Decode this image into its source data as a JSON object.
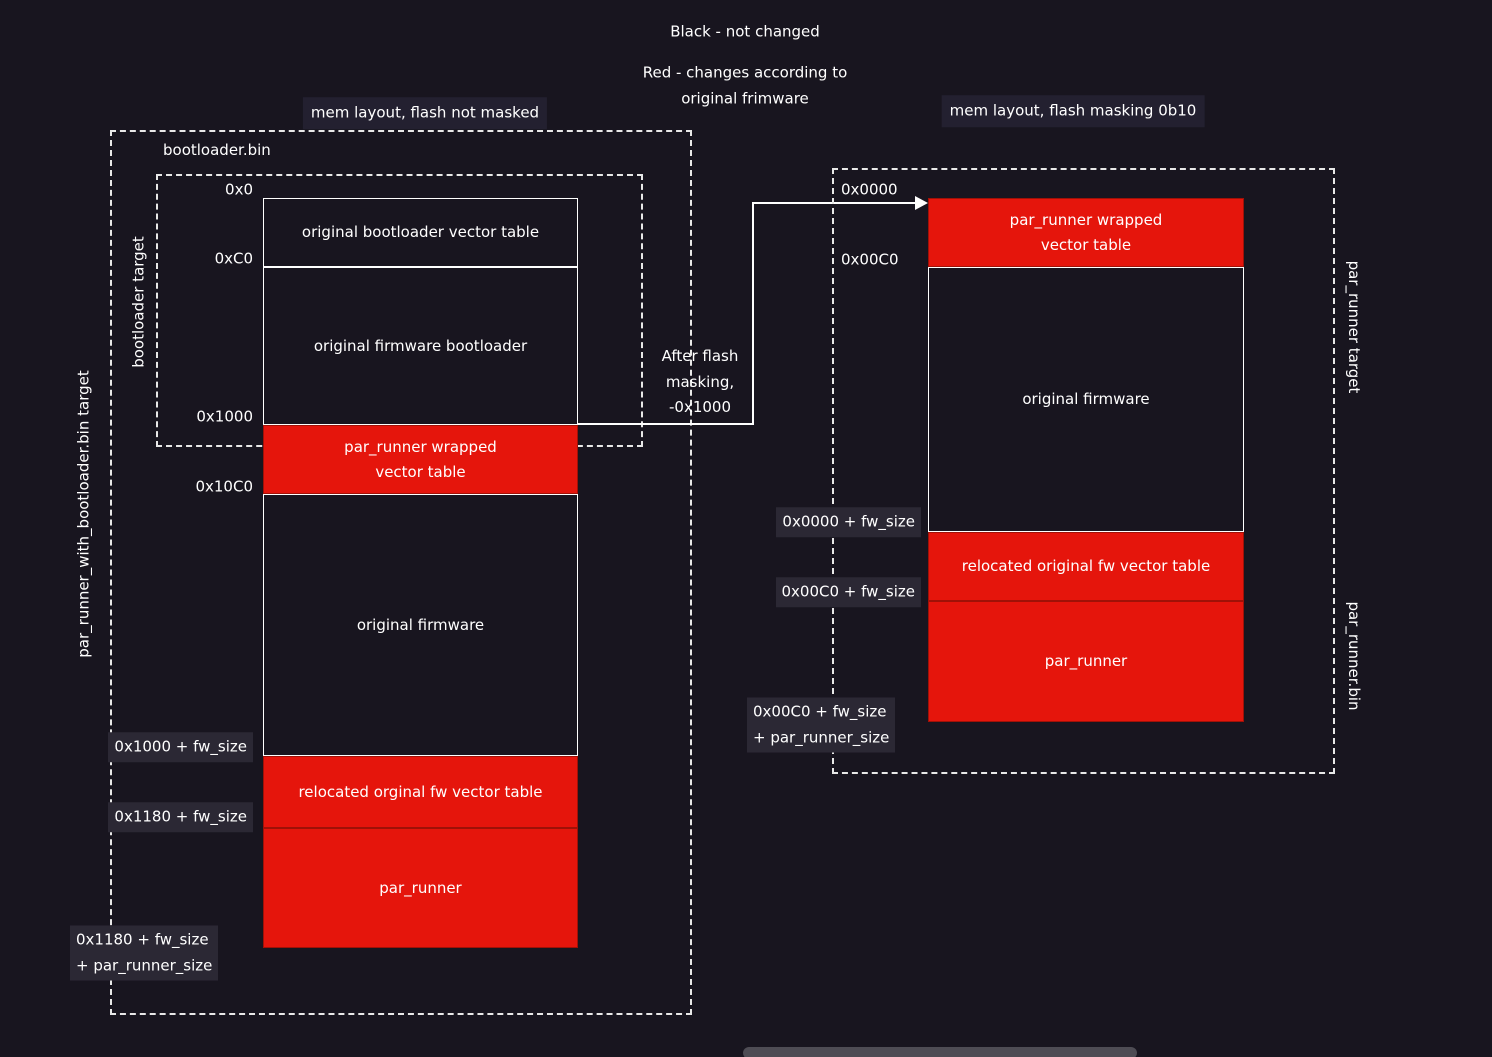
{
  "colors": {
    "background": "#18151f",
    "accent_red": "#e5150c",
    "text": "#ffffff",
    "label_background": "#2b2834",
    "scrollbar": "#4e4c54"
  },
  "legend": {
    "black_note": "Black - not changed",
    "red_note": "Red - changes according to\noriginal frimware"
  },
  "left_diagram": {
    "title": "mem layout, flash not masked",
    "file_label": "bootloader.bin",
    "outer_target_label": "par_runner_with_bootloader.bin target",
    "inner_target_label": "bootloader target",
    "addresses": {
      "a0": "0x0",
      "a1": "0xC0",
      "a2": "0x1000",
      "a3": "0x10C0",
      "a4": "0x1000 + fw_size",
      "a5": "0x1180 + fw_size",
      "a6": "0x1180 + fw_size\n+ par_runner_size"
    },
    "blocks": [
      {
        "label": "original bootloader vector table",
        "color": "black"
      },
      {
        "label": "original firmware bootloader",
        "color": "black"
      },
      {
        "label": "par_runner wrapped\nvector table",
        "color": "red"
      },
      {
        "label": "original firmware",
        "color": "black"
      },
      {
        "label": "relocated orginal fw vector table",
        "color": "red"
      },
      {
        "label": "par_runner",
        "color": "red"
      }
    ]
  },
  "transition": {
    "label": "After flash\nmasking,\n-0x1000"
  },
  "right_diagram": {
    "title": "mem layout, flash masking 0b10",
    "file_label": "par_runner.bin",
    "target_label": "par_runner target",
    "addresses": {
      "a0": "0x0000",
      "a1": "0x00C0",
      "a2": "0x0000 + fw_size",
      "a3": "0x00C0 + fw_size",
      "a4": "0x00C0 + fw_size\n+ par_runner_size"
    },
    "blocks": [
      {
        "label": "par_runner wrapped\nvector table",
        "color": "red"
      },
      {
        "label": "original firmware",
        "color": "black"
      },
      {
        "label": "relocated original fw vector table",
        "color": "red"
      },
      {
        "label": "par_runner",
        "color": "red"
      }
    ]
  }
}
